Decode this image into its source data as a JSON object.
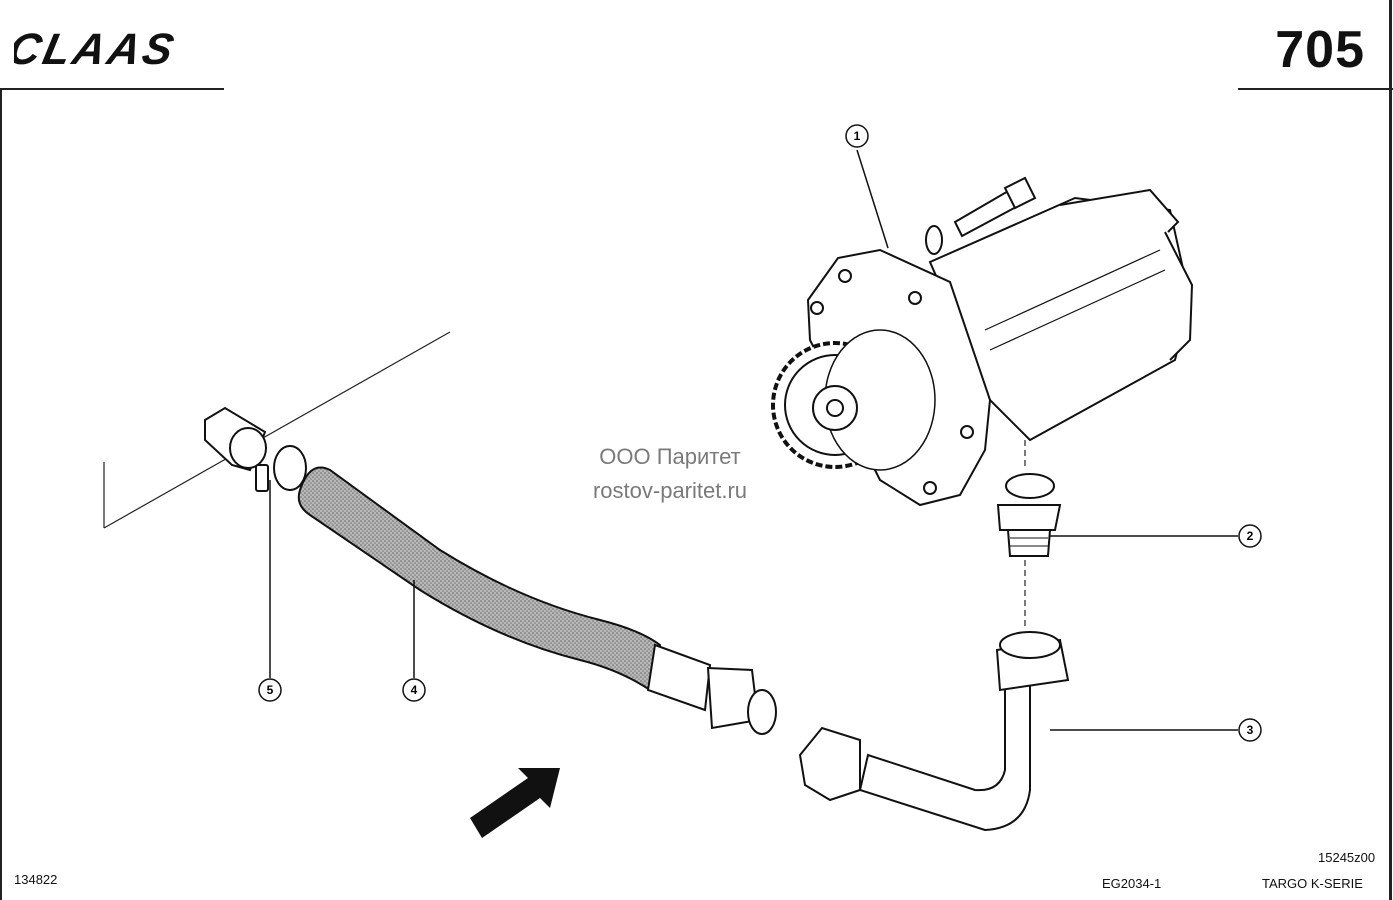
{
  "header": {
    "brand": "CLAAS",
    "page_number": "705"
  },
  "watermark": {
    "line1": "ООО Паритет",
    "line2": "rostov-paritet.ru"
  },
  "callouts": [
    "1",
    "2",
    "3",
    "4",
    "5"
  ],
  "footer": {
    "drawing_id": "15245z00",
    "doc_number": "134822",
    "group_code": "EG2034-1",
    "series": "TARGO K-SERIE"
  },
  "icons": {
    "arrow": "view-direction-arrow-icon"
  }
}
